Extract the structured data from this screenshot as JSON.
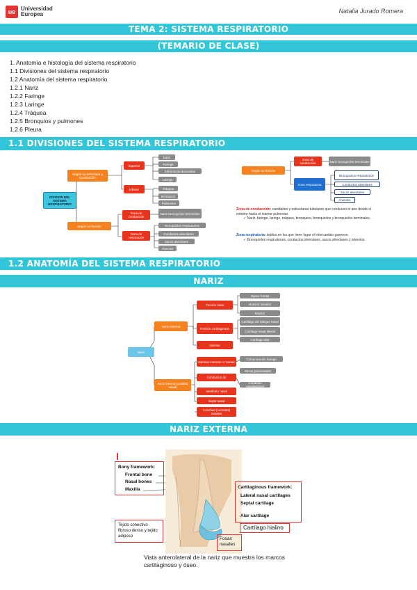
{
  "header": {
    "logo_mark": "ue",
    "logo_line1": "Universidad",
    "logo_line2": "Europea",
    "author": "Natalia Jurado Romera"
  },
  "bands": {
    "title": "TEMA 2: SISTEMA RESPIRATORIO",
    "subtitle": "(TEMARIO DE CLASE)",
    "sec1": "1.1 DIVISIONES DEL SISTEMA RESPIRATORIO",
    "sec2": "1.2 ANATOMÍA DEL SISTEMA RESPIRATORIO",
    "nariz": "NARIZ",
    "nariz_externa": "NARIZ EXTERNA"
  },
  "toc": [
    "1. Anatomía e histología del sistema respiratorio",
    "1.1 Divisiones del sistema respiratorio",
    "1.2 Anatomía del sistema respiratorio",
    "1.2.1 Nariz",
    "1.2.2 Faringe",
    "1.2.3 Laringe",
    "1.2.4 Tráquea",
    "1.2.5 Bronquios y pulmones",
    "1.2.6 Pleura"
  ],
  "map1": {
    "root": "DIVISION DEL SISTEMA RESPIRATORIO",
    "branch_a": "Según su estructura y localización",
    "superior": "Superior",
    "superior_items": [
      "Nariz",
      "Faringe",
      "Estructuras asociadas",
      "Laringe"
    ],
    "inferior": "Inferior",
    "inferior_items": [
      "Tráquea",
      "Bronquios",
      "Pulmones"
    ],
    "branch_b": "Según su función",
    "conduccion": "Zona de conducción",
    "conduccion_item": "Nariz bronquiolos terminales",
    "respiratoria": "Zona de respiración",
    "respiratoria_items": [
      "Bronquiolos respiratorios",
      "Conductos alveolares",
      "Sacos alveolares",
      "Alveolos"
    ]
  },
  "map2": {
    "root": "Según su función",
    "conduccion": "Zona de conducción",
    "conduccion_item": "Nariz bronquiolos terminales",
    "respiratoria": "Zona respiratoria",
    "respiratoria_items": [
      "Bronquiolos respiratorios",
      "Conductos alveolares",
      "Sacos alveolares",
      "Alveolos"
    ]
  },
  "notes": {
    "n1_title": "Zona de conducción:",
    "n1_text": "cavidades y estructuras tubulares que conducen el aire desde el exterior hacia el interior pulmonar.",
    "n1_check": "✓ Nariz, faringe, laringe, tráquea, bronquios, bronquiolos y bronquiolos terminales.",
    "n2_title": "Zona respiratoria:",
    "n2_text": "tejidos en los que tiene lugar el intercambio gaseoso.",
    "n2_check": "✓ Bronquiolos respiratorios, conductos alveolares, sacos alveolares y alveolos."
  },
  "map3": {
    "root": "Nariz",
    "externa": "Nariz externa",
    "osea": "Porción ósea",
    "osea_items": [
      "Hueso frontal",
      "Huesos nasales",
      "Maxilar"
    ],
    "cartilaginosa": "Porción cartilaginosa",
    "cart_items": [
      "Cartílago del tabique nasal",
      "Cartílago nasal lateral",
      "Cartílago alar"
    ],
    "narinas": "Narinas",
    "interna": "Nariz interna (cavidad nasal)",
    "interna_items": [
      "Narinas internas o coanas",
      "Conductos de",
      "Vestíbulo nasal",
      "Septo nasal",
      "Conchas (cornetes) nasales"
    ],
    "interna_sub": [
      "Comunicación faringe",
      "Senos paranasales",
      "Conducto nasolagrimal"
    ]
  },
  "figure": {
    "bony": "Bony framework:",
    "frontal": "Frontal bone",
    "nasal": "Nasal bones",
    "maxilla": "Maxilla",
    "cart": "Cartilaginous framework:",
    "lateral": "Lateral nasal cartilages",
    "septal": "Septal cartilage",
    "alar": "Alar cartilage",
    "hialino": "Cartílago hialino",
    "tejido": "Tejido conectivo fibroso denso y tejido adiposo",
    "fosas": "Fosas nasales",
    "caption": "Vista anterolateral de la nariz que muestra los marcos cartilaginoso y óseo."
  },
  "colors": {
    "band": "#33c5d8",
    "orange": "#f5821f",
    "red": "#e8341c",
    "gray": "#8a8a8a",
    "blue": "#3ec5e0"
  }
}
